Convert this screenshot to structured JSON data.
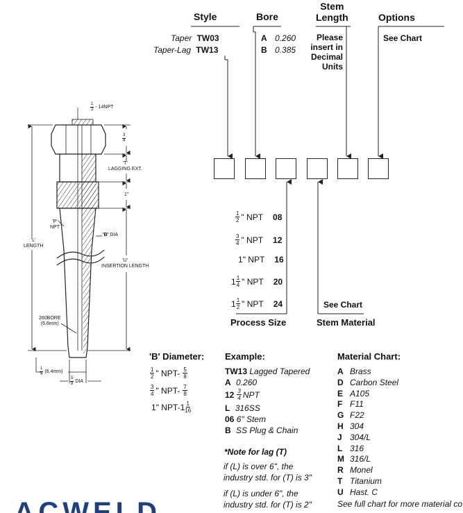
{
  "headers": {
    "style": "Style",
    "bore": "Bore",
    "stem_length": "Stem\nLength",
    "options": "Options"
  },
  "style_options": [
    {
      "label": "Taper",
      "code": "TW03"
    },
    {
      "label": "Taper-Lag",
      "code": "TW13"
    }
  ],
  "bore_options": [
    {
      "code": "A",
      "value": "0.260"
    },
    {
      "code": "B",
      "value": "0.385"
    }
  ],
  "stem_length_note": "Please\ninsert in\nDecimal\nUnits",
  "options_note": "See Chart",
  "process_sizes": [
    {
      "whole": "",
      "num": "1",
      "den": "2",
      "unit": "\" NPT",
      "code": "08"
    },
    {
      "whole": "",
      "num": "3",
      "den": "4",
      "unit": "\" NPT",
      "code": "12"
    },
    {
      "whole": "1",
      "num": "",
      "den": "",
      "unit": "\" NPT",
      "code": "16"
    },
    {
      "whole": "1",
      "num": "1",
      "den": "4",
      "unit": "\" NPT",
      "code": "20"
    },
    {
      "whole": "1",
      "num": "1",
      "den": "2",
      "unit": "\" NPT",
      "code": "24"
    }
  ],
  "process_size_label": "Process Size",
  "stem_material_note": "See Chart",
  "stem_material_label": "Stem Material",
  "b_diameter": {
    "title": "'B' Diameter:",
    "rows": [
      {
        "a_whole": "",
        "a_num": "1",
        "a_den": "2",
        "mid": "\" NPT-",
        "b_whole": "",
        "b_num": "5",
        "b_den": "8"
      },
      {
        "a_whole": "",
        "a_num": "3",
        "a_den": "4",
        "mid": "\" NPT-",
        "b_whole": "",
        "b_num": "7",
        "b_den": "8"
      },
      {
        "a_whole": "1",
        "a_num": "",
        "a_den": "",
        "mid": "\" NPT-",
        "b_whole": "1",
        "b_num": "1",
        "b_den": "16"
      }
    ]
  },
  "example": {
    "title": "Example:",
    "lines": [
      {
        "code": "TW13",
        "text": "Lagged Tapered"
      },
      {
        "code": "A",
        "text": "0.260"
      },
      {
        "code": "12",
        "text": "NPT",
        "frac_num": "3",
        "frac_den": "4"
      },
      {
        "code": "L",
        "text": "316SS"
      },
      {
        "code": "06",
        "text": "6\" Stem"
      },
      {
        "code": "B",
        "text": "SS Plug & Chain"
      }
    ],
    "note_title": "*Note for lag (T)",
    "note_1": "if (L) is over 6\", the\nindustry std. for (T) is 3\"",
    "note_2": "if (L) is under 6\", the\nindustry std. for (T) is 2\""
  },
  "material_chart": {
    "title": "Material Chart:",
    "items": [
      {
        "code": "A",
        "name": "Brass"
      },
      {
        "code": "D",
        "name": "Carbon Steel"
      },
      {
        "code": "E",
        "name": "A105"
      },
      {
        "code": "F",
        "name": "F11"
      },
      {
        "code": "G",
        "name": "F22"
      },
      {
        "code": "H",
        "name": "304"
      },
      {
        "code": "J",
        "name": "304/L"
      },
      {
        "code": "L",
        "name": "316"
      },
      {
        "code": "M",
        "name": "316/L"
      },
      {
        "code": "R",
        "name": "Monel"
      },
      {
        "code": "T",
        "name": "Titanium"
      },
      {
        "code": "U",
        "name": "Hast. C"
      }
    ],
    "footer": "See full chart for more material co"
  },
  "drawing": {
    "npt_top": "- 14NPT",
    "npt_top_num": "1",
    "npt_top_den": "2",
    "dim_hex_num": "3",
    "dim_hex_den": "4",
    "lagging_code": "'T'",
    "lagging_label": "LAGGING EXT.",
    "dim_one": "1\"",
    "p_code": "'P'",
    "p_label": "NPT",
    "b_code": "'B'",
    "b_label": "DIA",
    "l_code": "'L'",
    "l_label": "LENGTH",
    "u_code": "'U'",
    "u_label": "INSERTION LENGTH",
    "bore_label": "260BORE\n(6.6mm)",
    "tip_num": "1",
    "tip_den": "4",
    "tip_mm": "(6.4mm)",
    "bottom_num": "5",
    "bottom_den": "8",
    "bottom_label": "DIA"
  },
  "logo_text": "LACWELD"
}
